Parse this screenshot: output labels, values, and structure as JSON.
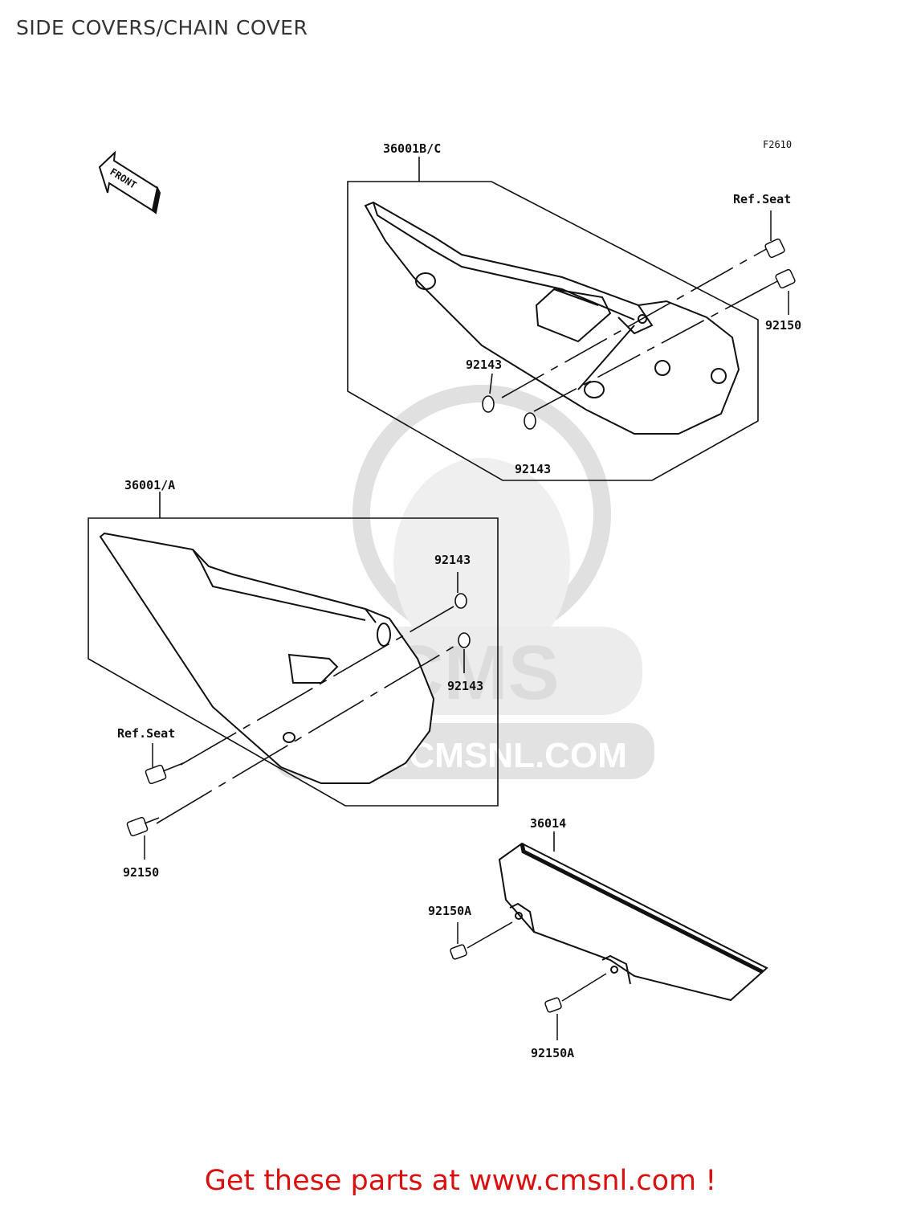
{
  "page": {
    "title": "SIDE COVERS/CHAIN COVER",
    "footer": "Get these parts at www.cmsnl.com !",
    "figure_code": "F2610",
    "front_label": "FRONT",
    "watermark_brand": "CMS",
    "watermark_url": "WWW.CMSNL.COM"
  },
  "labels": {
    "top_assembly": "36001B/C",
    "top_ref_seat": "Ref.Seat",
    "top_bolt": "92150",
    "top_washer_upper": "92143",
    "top_washer_lower": "92143",
    "left_assembly": "36001/A",
    "left_washer_upper": "92143",
    "left_washer_lower": "92143",
    "left_ref_seat": "Ref.Seat",
    "left_bolt": "92150",
    "chain_cover": "36014",
    "chain_bolt_upper": "92150A",
    "chain_bolt_lower": "92150A"
  },
  "colors": {
    "footer_text": "#d81010",
    "line": "#111111",
    "watermark": "#e6e6e6"
  }
}
